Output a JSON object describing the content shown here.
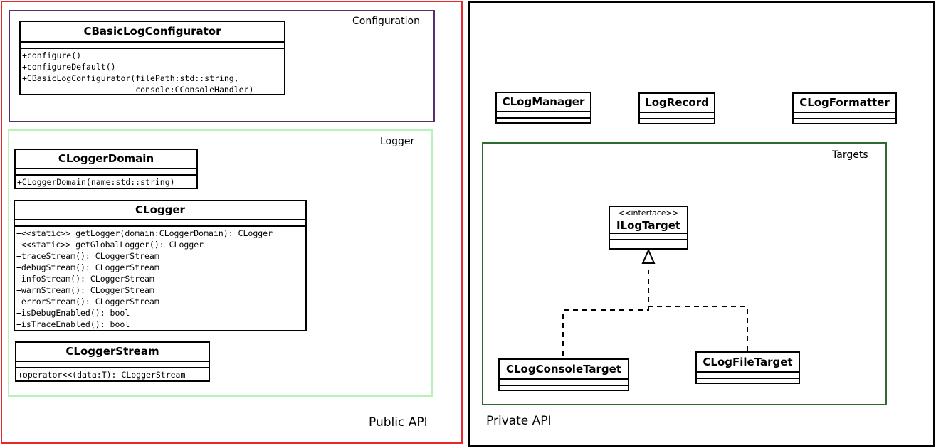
{
  "public_api": {
    "label": "Public API",
    "color": "#e8262b",
    "configuration": {
      "label": "Configuration",
      "color": "#5a2d6e",
      "cbasiclogconfigurator": {
        "name": "CBasicLogConfigurator",
        "ops": [
          "+configure()",
          "+configureDefault()",
          "+CBasicLogConfigurator(filePath:std::string,",
          "                       console:CConsoleHandler)"
        ]
      }
    },
    "logger": {
      "label": "Logger",
      "color": "#b9f2b9",
      "cloggerdomain": {
        "name": "CLoggerDomain",
        "ops": [
          "+CLoggerDomain(name:std::string)"
        ]
      },
      "clogger": {
        "name": "CLogger",
        "ops": [
          "+<<static>> getLogger(domain:CLoggerDomain): CLogger",
          "+<<static>> getGlobalLogger(): CLogger",
          "+traceStream(): CLoggerStream",
          "+debugStream(): CLoggerStream",
          "+infoStream(): CLoggerStream",
          "+warnStream(): CLoggerStream",
          "+errorStream(): CLoggerStream",
          "+isDebugEnabled(): bool",
          "+isTraceEnabled(): bool"
        ]
      },
      "cloggerstream": {
        "name": "CLoggerStream",
        "ops": [
          "+operator<<(data:T): CLoggerStream"
        ]
      }
    }
  },
  "private_api": {
    "label": "Private API",
    "color": "#000000",
    "clogmanager": {
      "name": "CLogManager"
    },
    "logrecord": {
      "name": "LogRecord"
    },
    "clogformatter": {
      "name": "CLogFormatter"
    },
    "targets": {
      "label": "Targets",
      "color": "#2e6b2e",
      "ilogtarget": {
        "stereotype": "<<interface>>",
        "name": "ILogTarget"
      },
      "clogconsoletarget": {
        "name": "CLogConsoleTarget"
      },
      "clogfiletarget": {
        "name": "CLogFileTarget"
      }
    }
  }
}
